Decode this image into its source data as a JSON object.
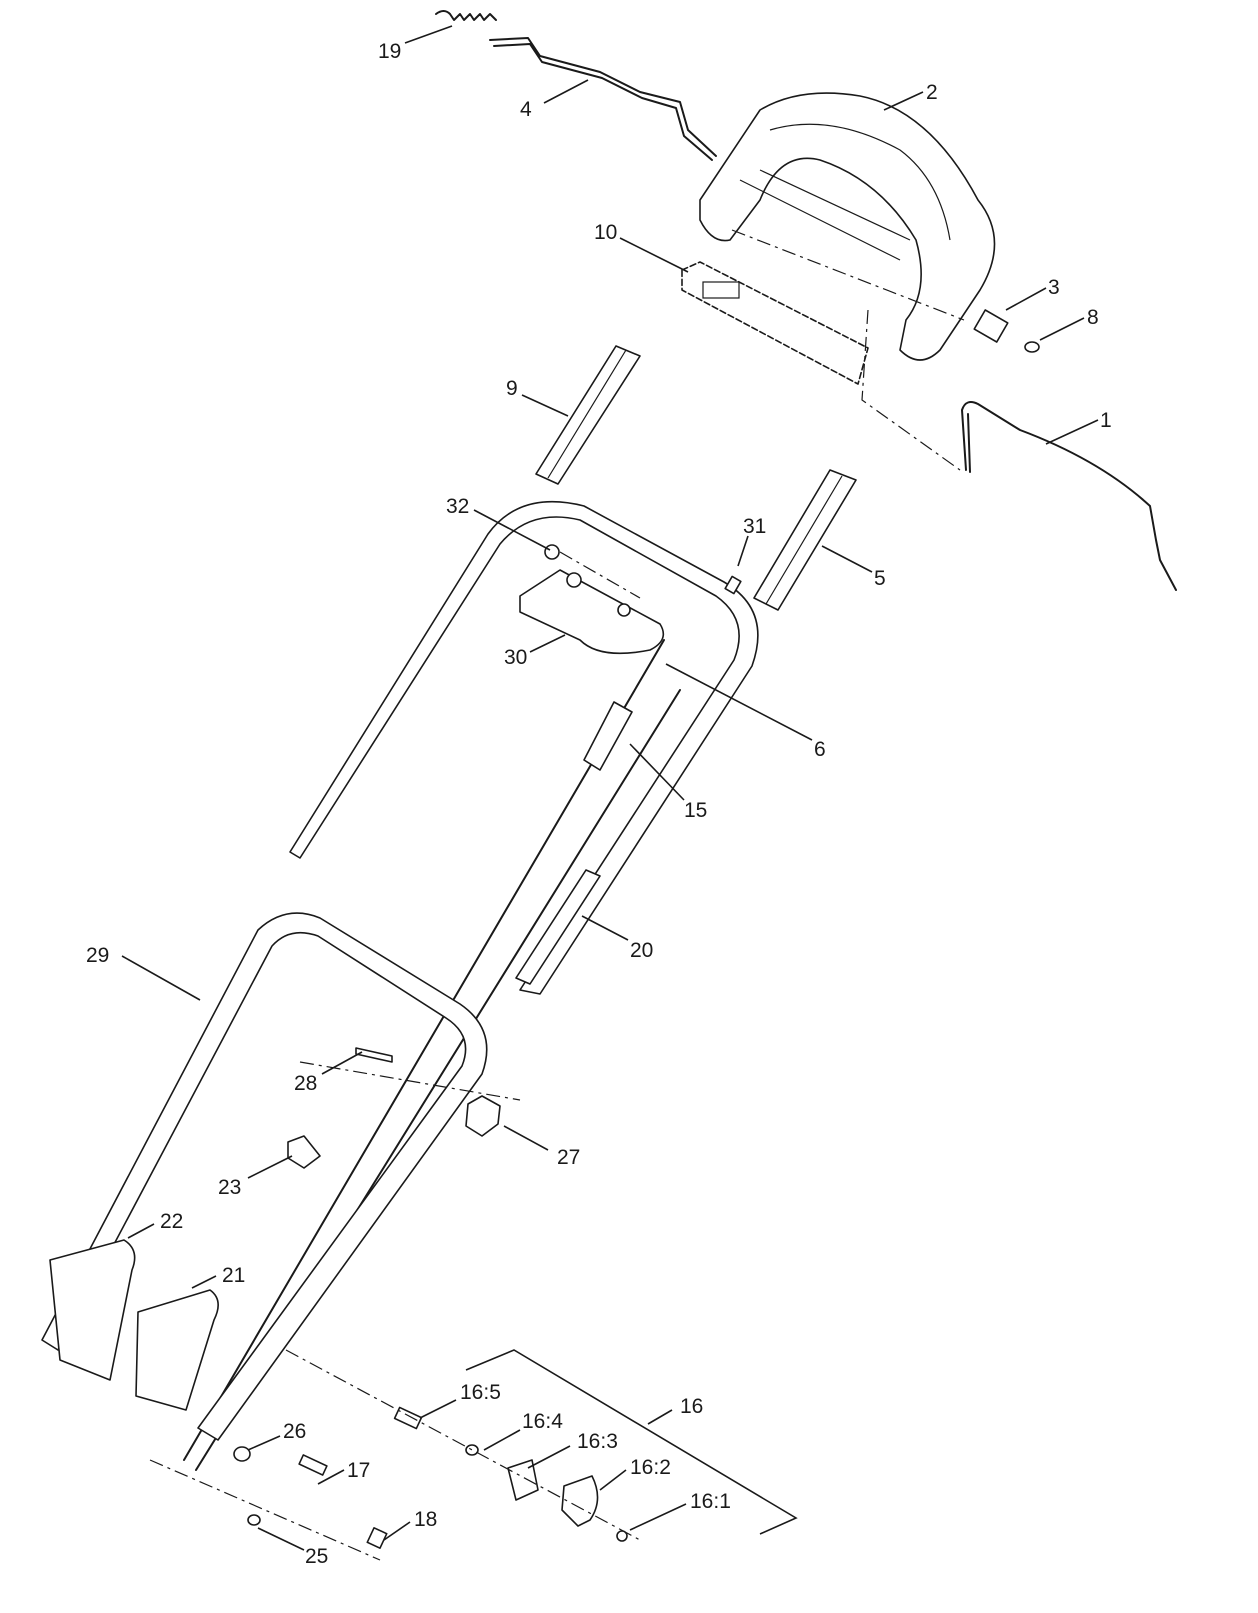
{
  "callouts": {
    "c1": "1",
    "c2": "2",
    "c3": "3",
    "c4": "4",
    "c5": "5",
    "c6": "6",
    "c8": "8",
    "c9": "9",
    "c10": "10",
    "c15": "15",
    "c16": "16",
    "c16_1": "16:1",
    "c16_2": "16:2",
    "c16_3": "16:3",
    "c16_4": "16:4",
    "c16_5": "16:5",
    "c17": "17",
    "c18": "18",
    "c19": "19",
    "c20": "20",
    "c21": "21",
    "c22": "22",
    "c23": "23",
    "c25": "25",
    "c26": "26",
    "c27": "27",
    "c28": "28",
    "c29": "29",
    "c30": "30",
    "c31": "31",
    "c32": "32"
  }
}
